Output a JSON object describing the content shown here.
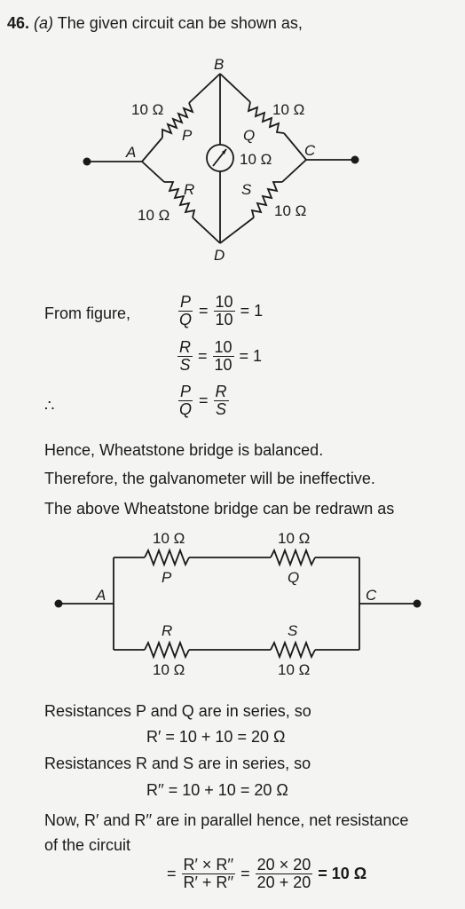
{
  "question": {
    "number": "46.",
    "part": "(a)",
    "intro": "The given circuit can be shown as,"
  },
  "circuit1": {
    "nodes": {
      "a": "A",
      "b": "B",
      "c": "C",
      "d": "D"
    },
    "resistors": {
      "p": {
        "name": "P",
        "value": "10 Ω"
      },
      "q": {
        "name": "Q",
        "value": "10 Ω"
      },
      "r": {
        "name": "R",
        "value": "10 Ω"
      },
      "s": {
        "name": "S",
        "value": "10 Ω"
      }
    },
    "galvanometer_value": "10 Ω"
  },
  "ratios": {
    "from_figure": "From figure,",
    "therefore_symbol": "∴",
    "eq1": {
      "num1": "P",
      "den1": "Q",
      "num2": "10",
      "den2": "10",
      "result": "= 1"
    },
    "eq2": {
      "num1": "R",
      "den1": "S",
      "num2": "10",
      "den2": "10",
      "result": "= 1"
    },
    "eq3": {
      "num1": "P",
      "den1": "Q",
      "num2": "R",
      "den2": "S"
    }
  },
  "body": {
    "balanced": "Hence, Wheatstone bridge is balanced.",
    "galvanometer": "Therefore, the galvanometer will be ineffective.",
    "redrawn": "The above Wheatstone bridge can be redrawn as"
  },
  "circuit2": {
    "node_a": "A",
    "node_c": "C",
    "p": {
      "name": "P",
      "value": "10 Ω"
    },
    "q": {
      "name": "Q",
      "value": "10 Ω"
    },
    "r": {
      "name": "R",
      "value": "10 Ω"
    },
    "s": {
      "name": "S",
      "value": "10 Ω"
    }
  },
  "series": {
    "pq_text": "Resistances P and Q are in series, so",
    "pq_eq": "R′ = 10 + 10 = 20 Ω",
    "rs_text": "Resistances R and S are in series, so",
    "rs_eq": "R′′ = 10 + 10 = 20 Ω",
    "parallel_text_1": "Now, R′ and R′′ are in parallel hence, net resistance",
    "parallel_text_2": "of the circuit"
  },
  "final": {
    "num1": "R′ × R′′",
    "den1": "R′ + R′′",
    "num2": "20 × 20",
    "den2": "20 + 20",
    "result": "= 10 Ω"
  }
}
